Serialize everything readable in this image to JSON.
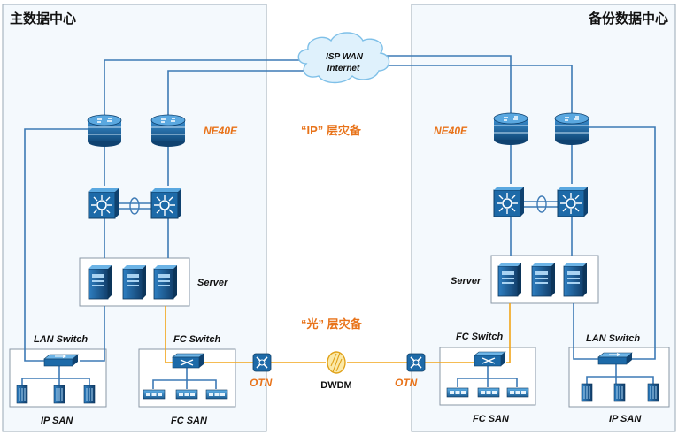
{
  "titles": {
    "main_dc": "主数据中心",
    "backup_dc": "备份数据中心"
  },
  "wan": {
    "line1": "ISP WAN",
    "line2": "Internet"
  },
  "labels": {
    "router_left": "NE40E",
    "router_right": "NE40E",
    "ip_dr": "“IP” 层灾备",
    "optical_dr": "“光” 层灾备",
    "server_left": "Server",
    "server_right": "Server",
    "lan_switch_left": "LAN Switch",
    "lan_switch_right": "LAN Switch",
    "fc_switch_left": "FC Switch",
    "fc_switch_right": "FC Switch",
    "ip_san_left": "IP SAN",
    "ip_san_right": "IP SAN",
    "fc_san_left": "FC SAN",
    "fc_san_right": "FC SAN",
    "otn_left": "OTN",
    "otn_right": "OTN",
    "dwdm": "DWDM"
  },
  "colors": {
    "link_blue": "#3d7ab5",
    "link_orange": "#f2a51a",
    "device_dark": "#1b5a8c",
    "device_light": "#4aa0d8",
    "accent_orange": "#e8731a",
    "panel_bg": "#f4f9fd"
  }
}
